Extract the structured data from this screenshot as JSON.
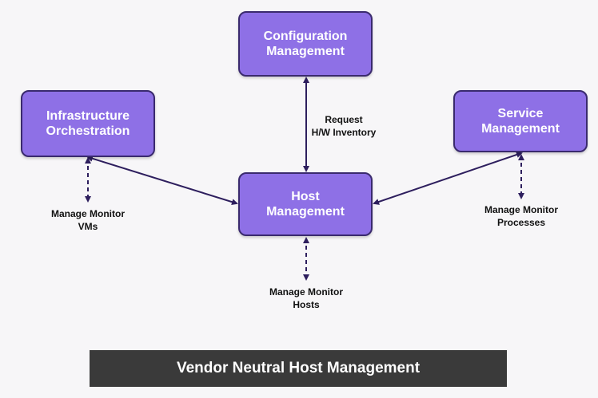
{
  "nodes": {
    "configuration": "Configuration\nManagement",
    "infrastructure": "Infrastructure\nOrchestration",
    "host": "Host\nManagement",
    "service": "Service\nManagement"
  },
  "edge_labels": {
    "request_inventory": "Request\nH/W Inventory",
    "manage_vms": "Manage Monitor\nVMs",
    "manage_hosts": "Manage Monitor\nHosts",
    "manage_processes": "Manage Monitor\nProcesses"
  },
  "banner": "Vendor Neutral Host Management",
  "colors": {
    "node_fill": "#8e70e6",
    "node_border": "#3a2a6e",
    "arrow": "#2e1f5e",
    "banner": "#3a3a3a",
    "background": "#f7f6f8"
  }
}
